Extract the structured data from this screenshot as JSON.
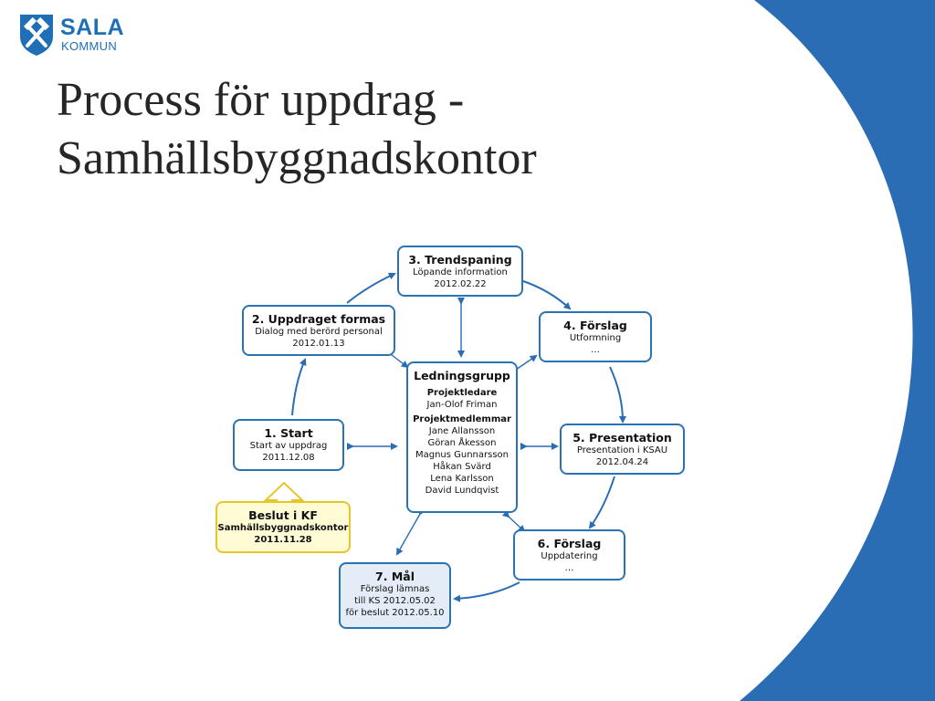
{
  "logo": {
    "name": "SALA",
    "sub": "KOMMUN",
    "icon": "hammer-crest-icon"
  },
  "title": {
    "line1": "Process för uppdrag -",
    "line2": "Samhällsbyggnadskontor"
  },
  "colors": {
    "accent": "#2a6db5",
    "box_border": "#2a73b3",
    "kf_border": "#e7c62a",
    "kf_fill": "#fffbd4",
    "mal_fill": "#e4ecf7"
  },
  "diagram": {
    "trend": {
      "heading": "3. Trendspaning",
      "line1": "Löpande information",
      "line2": "2012.02.22"
    },
    "formas": {
      "heading": "2. Uppdraget formas",
      "line1": "Dialog med berörd personal",
      "line2": "2012.01.13"
    },
    "forslag4": {
      "heading": "4. Förslag",
      "line1": "Utformning",
      "line2": "…"
    },
    "start": {
      "heading": "1. Start",
      "line1": "Start av uppdrag",
      "line2": "2011.12.08"
    },
    "presentation": {
      "heading": "5. Presentation",
      "line1": "Presentation i KSAU",
      "line2": "2012.04.24"
    },
    "kf": {
      "heading": "Beslut i KF",
      "line1": "Samhällsbyggnadskontor",
      "line2": "2011.11.28"
    },
    "forslag6": {
      "heading": "6. Förslag",
      "line1": "Uppdatering",
      "line2": "…"
    },
    "mal": {
      "heading": "7. Mål",
      "line1": "Förslag lämnas",
      "line2": "till KS 2012.05.02",
      "line3": "för beslut 2012.05.10"
    },
    "ledning": {
      "heading": "Ledningsgrupp",
      "leader_title": "Projektledare",
      "leader": "Jan-Olof Friman",
      "members_title": "Projektmedlemmar",
      "members": [
        "Jane Allansson",
        "Göran Åkesson",
        "Magnus Gunnarsson",
        "Håkan Svärd",
        "Lena Karlsson",
        "David Lundqvist"
      ]
    }
  }
}
